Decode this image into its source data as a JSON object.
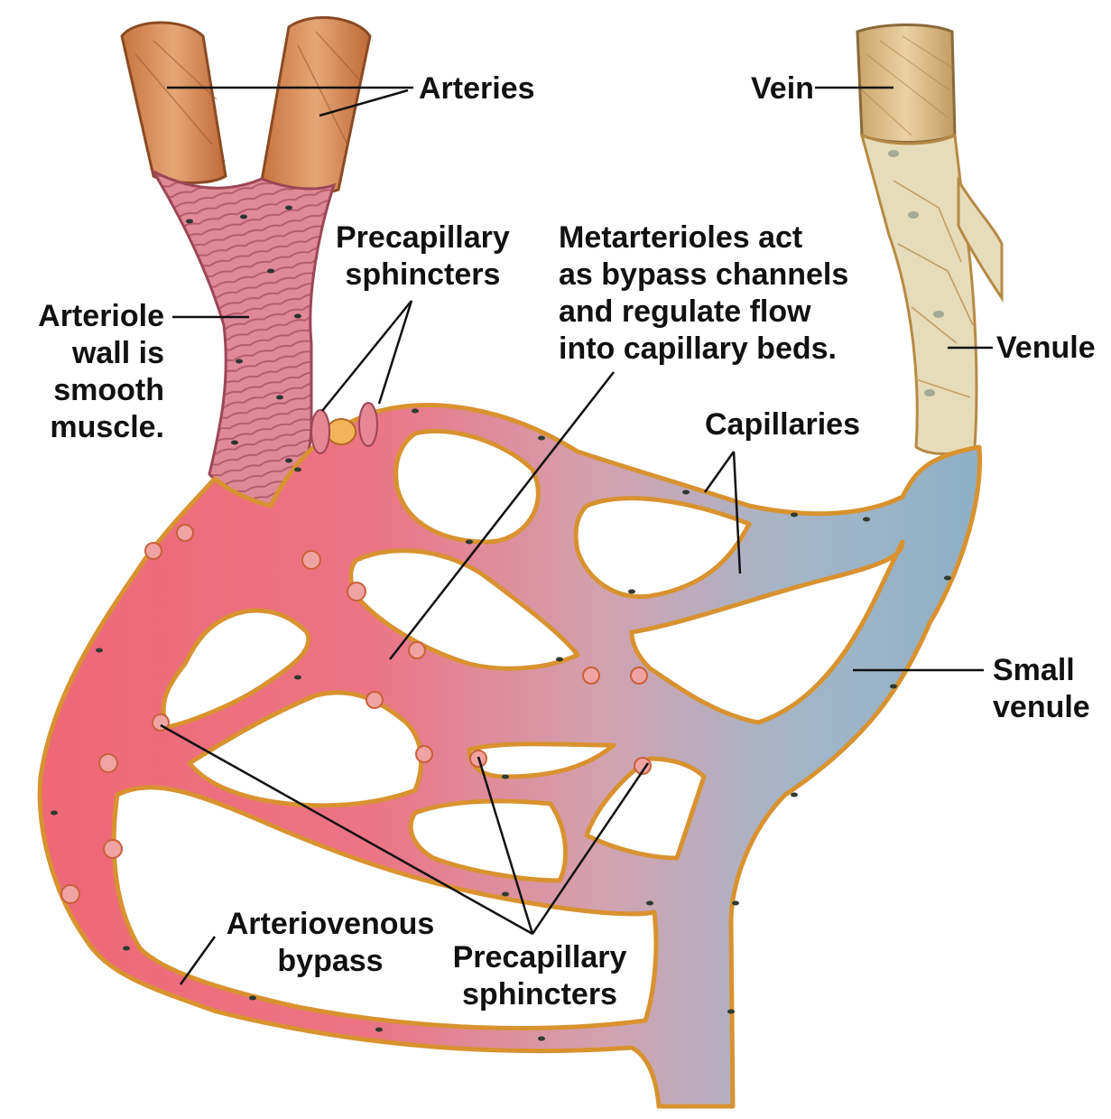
{
  "colors": {
    "artery": "#d9915e",
    "arteriole_muscle": "#dd8290",
    "arterial_blood": "#ee6877",
    "capillary_mix": "#d899a5",
    "venous_blood": "#8fb0c6",
    "vein": "#dcc499",
    "venule": "#e7dcba",
    "vessel_wall": "#d8922f",
    "sphincter": "#f0a3a3",
    "leader_line": "#111111"
  },
  "labels": {
    "arteries": "Arteries",
    "vein": "Vein",
    "precap_top": [
      "Precapillary",
      "sphincters"
    ],
    "metarterioles": [
      "Metarterioles act",
      "as bypass channels",
      "and regulate flow",
      "into capillary beds."
    ],
    "arteriole": [
      "Arteriole",
      "wall is",
      "smooth",
      "muscle."
    ],
    "venule": "Venule",
    "capillaries": "Capillaries",
    "small_venule": [
      "Small",
      "venule"
    ],
    "av_bypass": [
      "Arteriovenous",
      "bypass"
    ],
    "precap_bottom": [
      "Precapillary",
      "sphincters"
    ]
  }
}
